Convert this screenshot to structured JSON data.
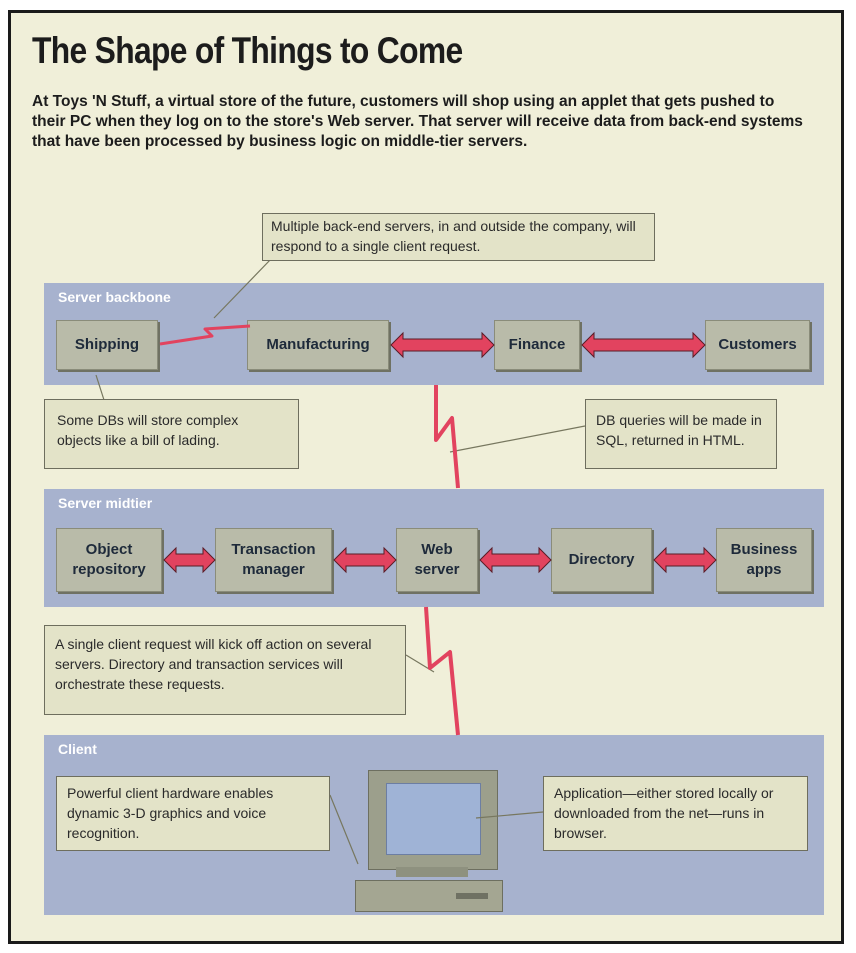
{
  "title": "The Shape of Things to Come",
  "intro": "At Toys 'N Stuff, a virtual store of the future, customers will shop using an applet that gets pushed to their PC when they log on to the store's Web server. That server will receive data from back-end systems that have been processed by business logic on middle-tier servers.",
  "bands": {
    "backbone": {
      "label": "Server backbone"
    },
    "midtier": {
      "label": "Server midtier"
    },
    "client": {
      "label": "Client"
    }
  },
  "backbone_nodes": {
    "shipping": "Shipping",
    "manufacturing": "Manufacturing",
    "finance": "Finance",
    "customers": "Customers"
  },
  "midtier_nodes": {
    "object_repository": "Object repository",
    "transaction_manager": "Transaction manager",
    "web_server": "Web server",
    "directory": "Directory",
    "business_apps": "Business apps"
  },
  "callouts": {
    "multiple_backends": "Multiple back-end servers, in and outside the company, will respond to a single client request.",
    "complex_objects": "Some DBs will store complex objects like a bill of lading.",
    "db_queries": "DB queries will be made in SQL, returned in HTML.",
    "single_request": "A single client request will kick off action on several servers. Directory and transaction services will orchestrate these requests.",
    "client_hardware": "Powerful client hardware enables dynamic 3-D graphics and voice recognition.",
    "application": "Application—either stored locally or downloaded from the net—runs in browser."
  },
  "colors": {
    "background": "#f0efd9",
    "band": "#a7b2ce",
    "node": "#b9bba9",
    "callout": "#e3e3c8",
    "arrow": "#e2435f",
    "node_text": "#1e2a3a"
  }
}
